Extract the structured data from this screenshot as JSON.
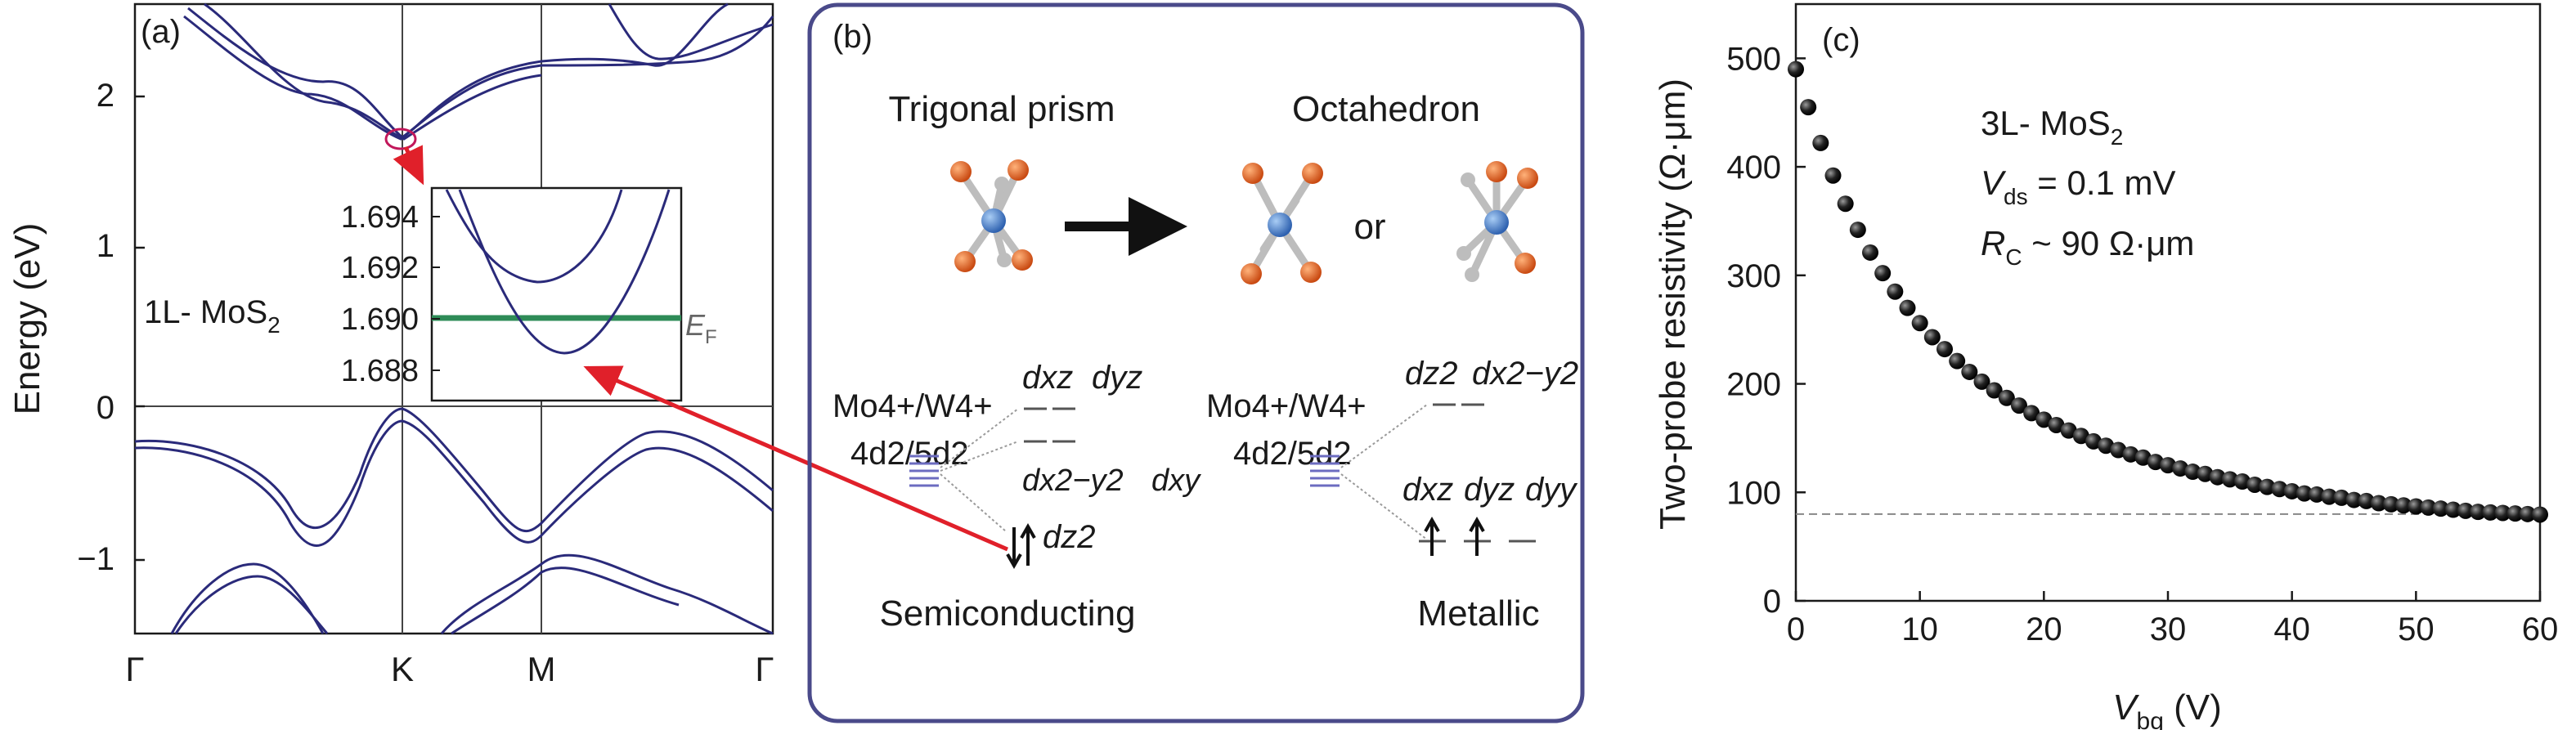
{
  "panel_a": {
    "label": "(a)",
    "ylabel": "Energy (eV)",
    "yticks": [
      "2",
      "1",
      "0",
      "−1"
    ],
    "xticks": [
      "Γ",
      "K",
      "M",
      "Γ"
    ],
    "material_main": "1L- MoS",
    "material_sub": "2",
    "inset": {
      "yticks": [
        "1.694",
        "1.692",
        "1.690",
        "1.688"
      ],
      "fermi_main": "E",
      "fermi_sub": "F"
    },
    "colors": {
      "bands": "#2a2a7a",
      "fermi": "#2e8b57",
      "arrow": "#e0202a"
    }
  },
  "panel_b": {
    "label": "(b)",
    "left": {
      "title": "Trigonal prism",
      "ion_line1": "Mo4+/W4+",
      "ion_line2": "4d2/5d2",
      "orbitals_top": [
        "dxz",
        "dyz"
      ],
      "orbitals_mid": [
        "dx2−y2",
        "dxy"
      ],
      "orbital_bottom": "dz2",
      "state": "Semiconducting"
    },
    "right": {
      "title": "Octahedron",
      "connector": "or",
      "ion_line1": "Mo4+/W4+",
      "ion_line2": "4d2/5d2",
      "orbitals_top": [
        "dz2",
        "dx2−y2"
      ],
      "orbitals_bottom": [
        "dxz",
        "dyz",
        "dyy"
      ],
      "state": "Metallic"
    },
    "colors": {
      "border": "#4a4a8a",
      "mo_atom": "#3f7fd0",
      "s_atom": "#e0632b"
    }
  },
  "panel_c": {
    "label": "(c)",
    "ylabel": "Two-probe resistivity (Ω·μm)",
    "xlabel_main": "V",
    "xlabel_sub": "bg",
    "xlabel_unit": " (V)",
    "annotation": {
      "material_main": "3L- MoS",
      "material_sub": "2",
      "vds_main": "V",
      "vds_sub": "ds",
      "vds_value": " = 0.1 mV",
      "rc_main": "R",
      "rc_sub": "C",
      "rc_value": " ~ 90 Ω·μm"
    },
    "chart_data": {
      "type": "scatter",
      "x_range": [
        0,
        60
      ],
      "y_range": [
        0,
        550
      ],
      "xticks": [
        0,
        10,
        20,
        30,
        40,
        50,
        60
      ],
      "yticks": [
        0,
        100,
        200,
        300,
        400,
        500
      ],
      "reference_line_y": 80,
      "series": [
        {
          "x": [
            0,
            1,
            2,
            3,
            4,
            5,
            6,
            7,
            8,
            9,
            10,
            11,
            12,
            13,
            14,
            15,
            16,
            17,
            18,
            19,
            20,
            21,
            22,
            23,
            24,
            25,
            26,
            27,
            28,
            29,
            30,
            31,
            32,
            33,
            34,
            35,
            36,
            37,
            38,
            39,
            40,
            41,
            42,
            43,
            44,
            45,
            46,
            47,
            48,
            49,
            50,
            51,
            52,
            53,
            54,
            55,
            56,
            57,
            58,
            59,
            60
          ],
          "y": [
            490,
            455,
            422,
            392,
            366,
            342,
            321,
            302,
            285,
            270,
            256,
            243,
            232,
            221,
            211,
            202,
            194,
            187,
            180,
            173,
            167,
            162,
            157,
            152,
            147,
            143,
            139,
            135,
            132,
            128,
            125,
            122,
            119,
            117,
            114,
            112,
            110,
            107,
            105,
            103,
            101,
            99,
            98,
            96,
            95,
            93,
            92,
            90,
            89,
            88,
            87,
            86,
            85,
            84,
            83,
            82,
            81.5,
            81,
            80.5,
            80,
            79.5
          ]
        }
      ]
    }
  }
}
